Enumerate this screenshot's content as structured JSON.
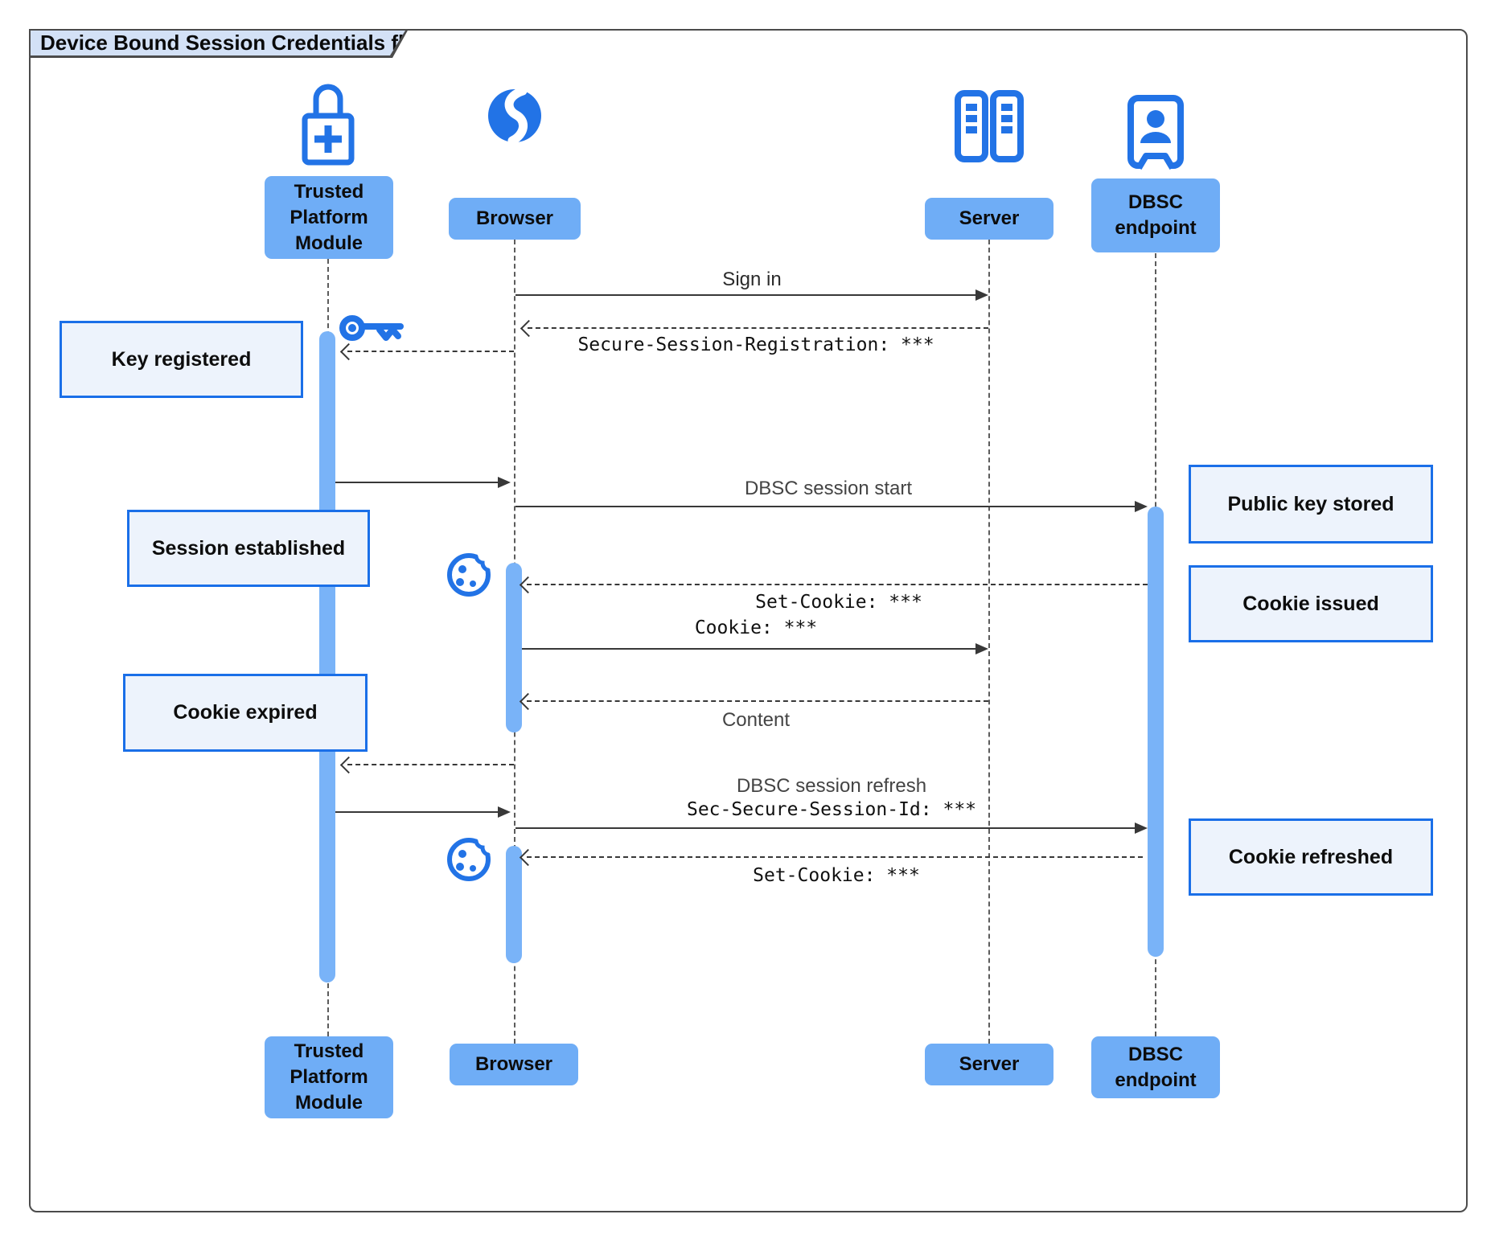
{
  "title": "Device Bound Session Credentials flow",
  "actors": [
    {
      "id": "tpm",
      "label": "Trusted Platform Module",
      "icon": "lock-plus-icon"
    },
    {
      "id": "browser",
      "label": "Browser",
      "icon": "globe-icon"
    },
    {
      "id": "server",
      "label": "Server",
      "icon": "server-rack-icon"
    },
    {
      "id": "dbsc",
      "label": "DBSC endpoint",
      "icon": "door-person-icon"
    }
  ],
  "messages": {
    "sign_in": "Sign in",
    "secure_session_registration": "Secure-Session-Registration: ***",
    "dbsc_session_start": "DBSC session start",
    "set_cookie_1": "Set-Cookie: ***",
    "cookie": "Cookie: ***",
    "content": "Content",
    "dbsc_session_refresh": "DBSC session refresh",
    "sec_secure_session_id": "Sec-Secure-Session-Id: ***",
    "set_cookie_2": "Set-Cookie: ***"
  },
  "notes": {
    "key_registered": "Key registered",
    "session_established": "Session established",
    "cookie_expired": "Cookie expired",
    "public_key_stored": "Public key stored",
    "cookie_issued": "Cookie issued",
    "cookie_refreshed": "Cookie refreshed"
  },
  "colors": {
    "icon_blue": "#2273e6",
    "actor_fill": "#6fadf6",
    "activation_fill": "#79b3f8",
    "note_fill": "#edf3fc",
    "note_border": "#1a6fe8",
    "arrow": "#383838",
    "frame_border": "#4b4b4b",
    "title_fill": "#d3e1f6"
  }
}
